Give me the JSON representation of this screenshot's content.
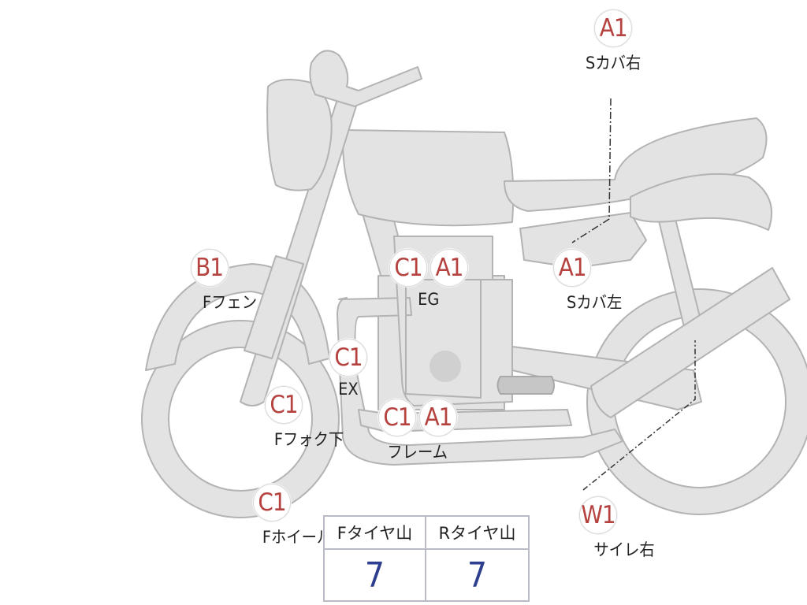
{
  "markers": [
    {
      "codes": [
        "A1"
      ],
      "label": "Sカバ右"
    },
    {
      "codes": [
        "B1"
      ],
      "label": "Fフェン"
    },
    {
      "codes": [
        "C1",
        "A1"
      ],
      "label": "EG"
    },
    {
      "codes": [
        "A1"
      ],
      "label": "Sカバ左"
    },
    {
      "codes": [
        "C1"
      ],
      "label": "EX"
    },
    {
      "codes": [
        "C1"
      ],
      "label": "Fフォク下"
    },
    {
      "codes": [
        "C1",
        "A1"
      ],
      "label": "フレーム"
    },
    {
      "codes": [
        "C1"
      ],
      "label": "Fホイール"
    },
    {
      "codes": [
        "W1"
      ],
      "label": "サイレ右"
    }
  ],
  "tread_table": {
    "headers": [
      "Fタイヤ山",
      "Rタイヤ山"
    ],
    "values": [
      "7",
      "7"
    ]
  },
  "colors": {
    "bike_fill": "#e3e3e3",
    "bike_outline": "#b3b3b3",
    "code_text": "#b5423f",
    "value_text": "#2e3f8f"
  }
}
